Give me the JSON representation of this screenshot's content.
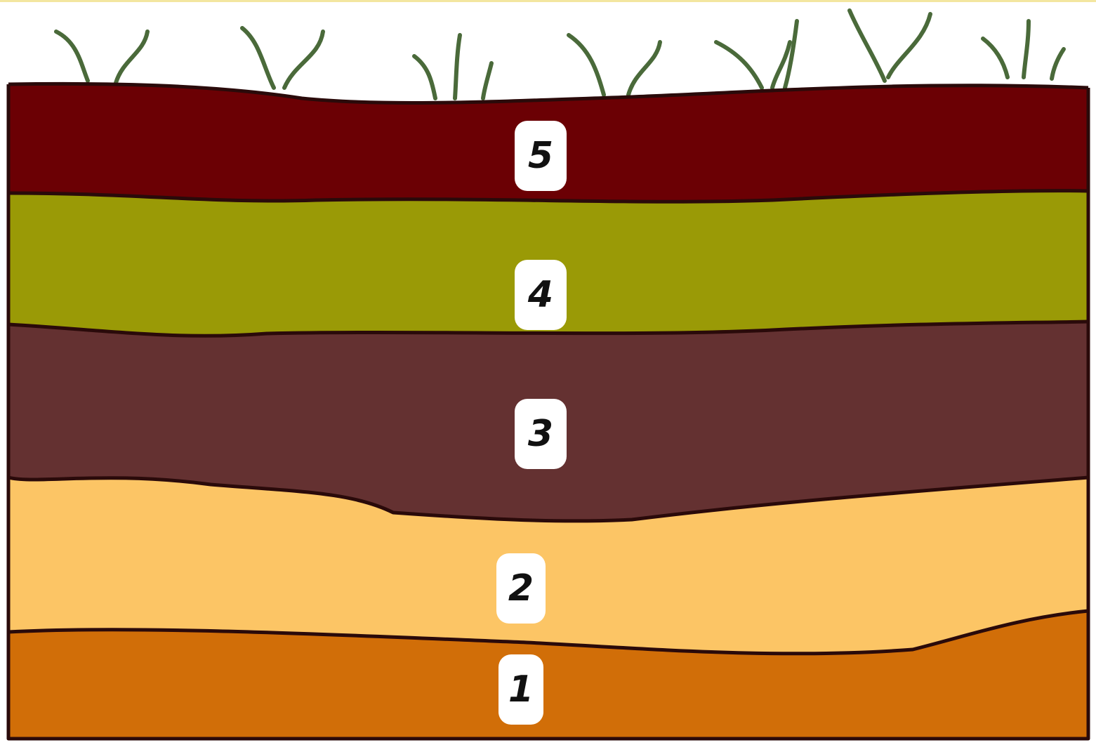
{
  "layers": [
    {
      "label": "5",
      "color": "#6b0004"
    },
    {
      "label": "4",
      "color": "#9a9a06"
    },
    {
      "label": "3",
      "color": "#643131"
    },
    {
      "label": "2",
      "color": "#fcc565"
    },
    {
      "label": "1",
      "color": "#d16e08"
    }
  ],
  "colors": {
    "outline": "#2a0a0a",
    "grass": "#4a6a3a",
    "top_edge": "#f3e6a0",
    "label_bg": "#ffffff",
    "label_text": "#111111"
  }
}
